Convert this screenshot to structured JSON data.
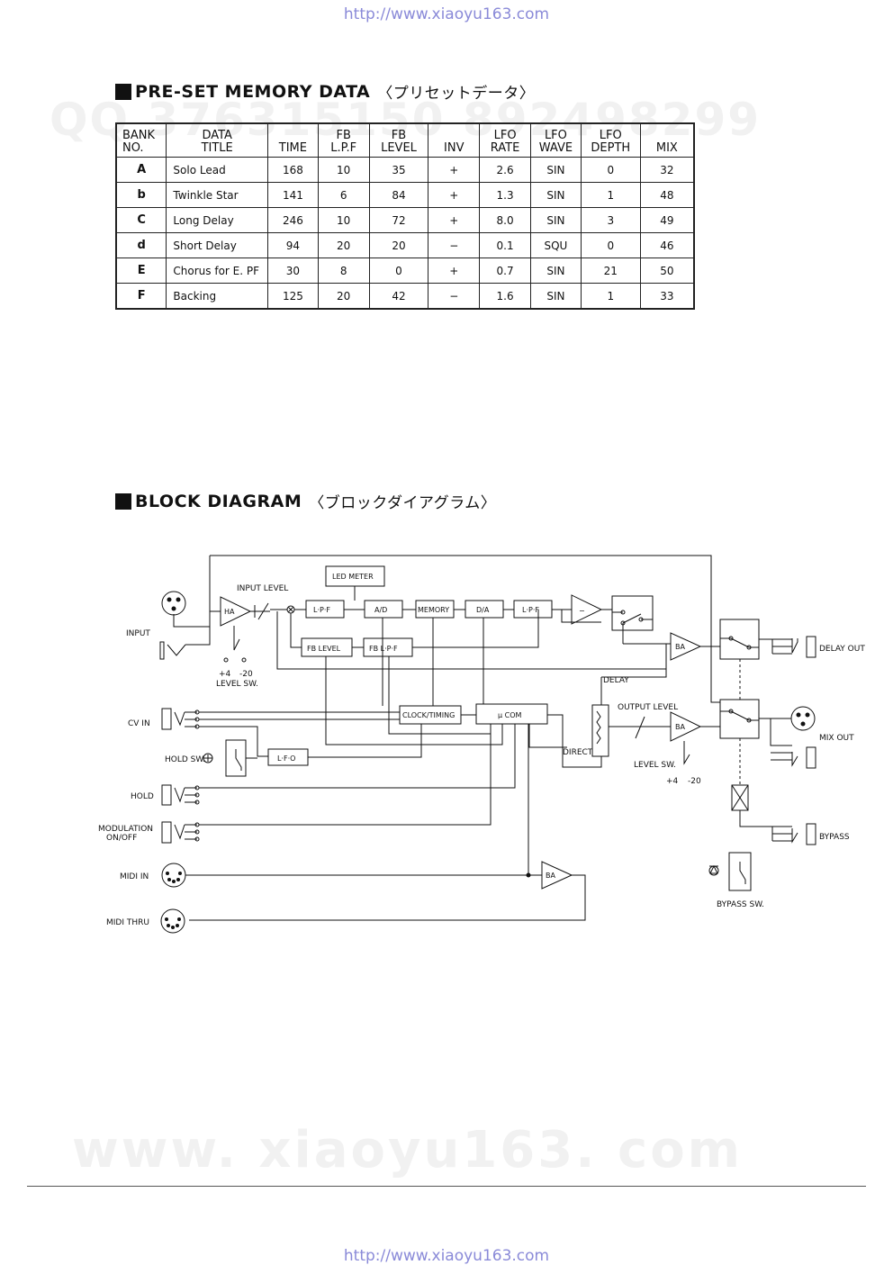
{
  "header_url": "http://www.xiaoyu163.com",
  "footer_url": "http://www.xiaoyu163.com",
  "watermark_top": "QQ 376315150 892498299",
  "watermark_bottom": "www. xiaoyu163. com",
  "preset": {
    "heading": "PRE-SET MEMORY DATA",
    "heading_jp": "〈プリセットデータ〉",
    "columns": [
      {
        "l1": "BANK",
        "l2": "NO."
      },
      {
        "l1": "DATA",
        "l2": "TITLE"
      },
      {
        "l1": "",
        "l2": "TIME"
      },
      {
        "l1": "FB",
        "l2": "L.P.F"
      },
      {
        "l1": "FB",
        "l2": "LEVEL"
      },
      {
        "l1": "",
        "l2": "INV"
      },
      {
        "l1": "LFO",
        "l2": "RATE"
      },
      {
        "l1": "LFO",
        "l2": "WAVE"
      },
      {
        "l1": "LFO",
        "l2": "DEPTH"
      },
      {
        "l1": "",
        "l2": "MIX"
      }
    ],
    "rows": [
      [
        "A",
        "Solo Lead",
        "168",
        "10",
        "35",
        "+",
        "2.6",
        "SIN",
        "0",
        "32"
      ],
      [
        "b",
        "Twinkle Star",
        "141",
        "6",
        "84",
        "+",
        "1.3",
        "SIN",
        "1",
        "48"
      ],
      [
        "C",
        "Long Delay",
        "246",
        "10",
        "72",
        "+",
        "8.0",
        "SIN",
        "3",
        "49"
      ],
      [
        "d",
        "Short Delay",
        "94",
        "20",
        "20",
        "−",
        "0.1",
        "SQU",
        "0",
        "46"
      ],
      [
        "E",
        "Chorus for E. PF",
        "30",
        "8",
        "0",
        "+",
        "0.7",
        "SIN",
        "21",
        "50"
      ],
      [
        "F",
        "Backing",
        "125",
        "20",
        "42",
        "−",
        "1.6",
        "SIN",
        "1",
        "33"
      ]
    ]
  },
  "block": {
    "heading": "BLOCK DIAGRAM",
    "heading_jp": "〈ブロックダイアグラム〉",
    "labels": {
      "input": "INPUT",
      "input_level": "INPUT LEVEL",
      "level_sw_in": "LEVEL SW.",
      "plus4_in": "+4",
      "minus20_in": "-20",
      "cv_in": "CV IN",
      "hold_sw": "HOLD SW.",
      "hold": "HOLD",
      "modulation": "MODULATION",
      "onoff": "ON/OFF",
      "midi_in": "MIDI IN",
      "midi_thru": "MIDI THRU",
      "led_meter": "LED METER",
      "ha": "HA",
      "lpf1": "L·P·F",
      "ad": "A/D",
      "memory": "MEMORY",
      "da": "D/A",
      "lpf2": "L·P·F",
      "minus": "−",
      "fb_level": "FB LEVEL",
      "fb_lpf": "FB L·P·F",
      "clock": "CLOCK/TIMING",
      "ucom": "μ COM",
      "lfo": "L·F·O",
      "ba1": "BA",
      "ba2": "BA",
      "ba3": "BA",
      "delay": "DELAY",
      "direct": "DIRECT",
      "output_level": "OUTPUT LEVEL",
      "level_sw_out": "LEVEL SW.",
      "plus4_out": "+4",
      "minus20_out": "-20",
      "delay_out": "DELAY OUT",
      "mix_out": "MIX OUT",
      "bypass": "BYPASS",
      "bypass_sw": "BYPASS SW."
    }
  }
}
